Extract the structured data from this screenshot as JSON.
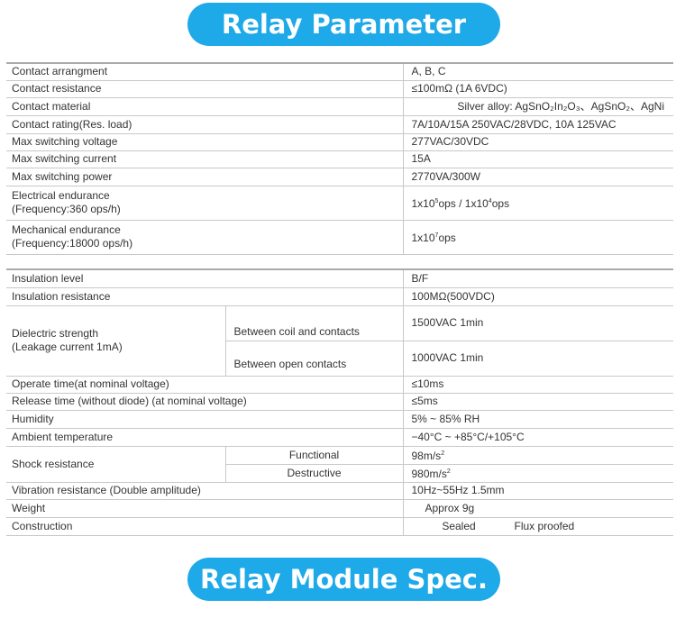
{
  "banners": {
    "top": "Relay Parameter",
    "bottom": "Relay Module Spec."
  },
  "table1": [
    {
      "param": "Contact arrangment",
      "value": "A, B, C"
    },
    {
      "param": "Contact resistance",
      "value": "≤100mΩ (1A 6VDC)"
    },
    {
      "param": "Contact material",
      "value": "Silver alloy: AgSnO₂In₂O₃、AgSnO₂、AgNi"
    },
    {
      "param": "Contact rating(Res. load)",
      "value": "7A/10A/15A  250VAC/28VDC,  10A 125VAC"
    },
    {
      "param": "Max switching voltage",
      "value": "277VAC/30VDC"
    },
    {
      "param": "Max switching current",
      "value": "15A"
    },
    {
      "param": "Max switching power",
      "value": "2770VA/300W"
    }
  ],
  "electrical": {
    "line1": "Electrical endurance",
    "line2": "(Frequency:360 ops/h)",
    "value_a": "1x10",
    "exp_a": "5",
    "value_b": "ops / 1x10",
    "exp_b": "4",
    "value_c": "ops"
  },
  "mechanical": {
    "line1": "Mechanical endurance",
    "line2": "(Frequency:18000 ops/h)",
    "value_a": "1x10",
    "exp_a": "7",
    "value_b": "ops"
  },
  "table2": {
    "insulation_level": {
      "param": "Insulation level",
      "value": "B/F"
    },
    "insulation_resistance": {
      "param": "Insulation resistance",
      "value": "100MΩ(500VDC)"
    },
    "dielectric": {
      "line1": "Dielectric strength",
      "line2": "(Leakage current 1mA)",
      "coil_label": "Between coil and contacts",
      "coil_value": "1500VAC 1min",
      "open_label": "Between open contacts",
      "open_value": "1000VAC 1min"
    },
    "operate_time": {
      "param": "Operate time(at nominal voltage)",
      "value": "≤10ms"
    },
    "release_time": {
      "param": "Release time (without diode) (at nominal voltage)",
      "value": "≤5ms"
    },
    "humidity": {
      "param": "Humidity",
      "value": "5% ~ 85% RH"
    },
    "ambient": {
      "param": "Ambient temperature",
      "value": "−40°C ~ +85°C/+105°C"
    },
    "shock": {
      "param": "Shock resistance",
      "functional_label": "Functional",
      "functional_value": "98m/s",
      "functional_exp": "2",
      "destructive_label": "Destructive",
      "destructive_value": "980m/s",
      "destructive_exp": "2"
    },
    "vibration": {
      "param": "Vibration resistance (Double amplitude)",
      "value": "10Hz~55Hz 1.5mm"
    },
    "weight": {
      "param": "Weight",
      "value": "Approx 9g"
    },
    "construction": {
      "param": "Construction",
      "value_a": "Sealed",
      "value_b": "Flux proofed"
    }
  }
}
